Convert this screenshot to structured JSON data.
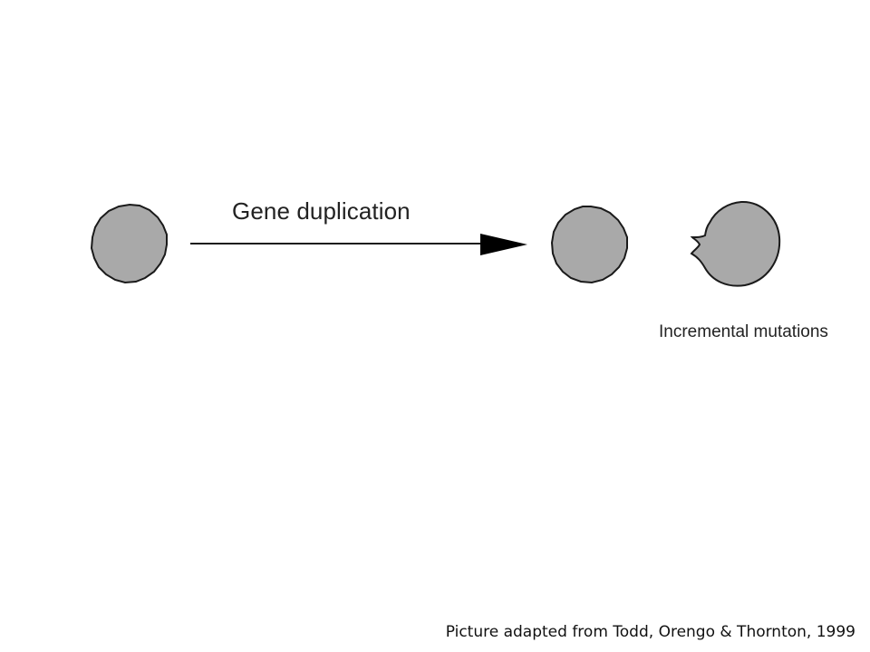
{
  "diagram": {
    "process_label": "Gene duplication",
    "result_label": "Incremental mutations"
  },
  "caption": "Picture adapted from Todd, Orengo & Thornton, 1999",
  "colors": {
    "fill": "#a9a9a9",
    "stroke": "#1a1a1a"
  }
}
